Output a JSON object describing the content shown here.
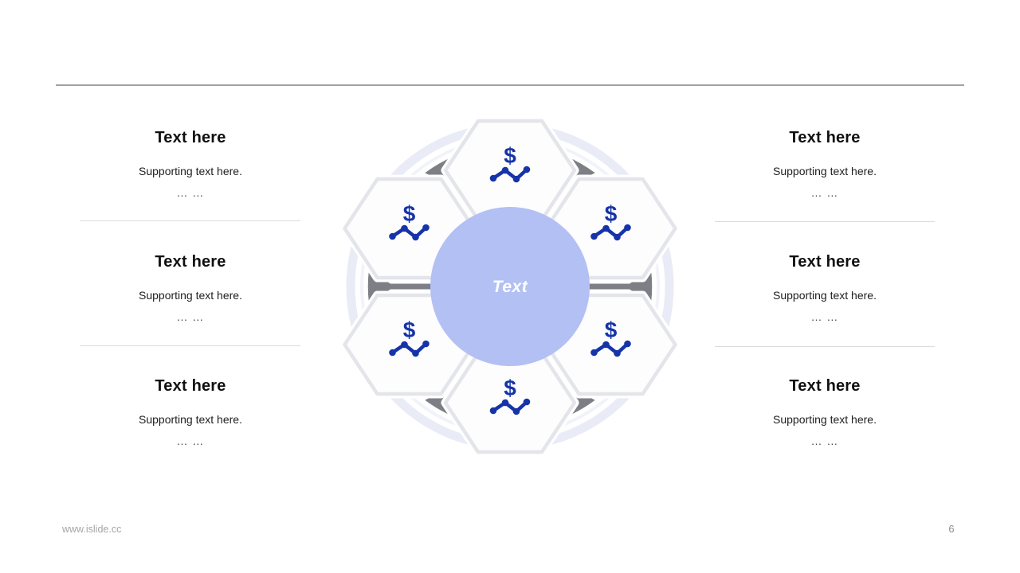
{
  "slide": {
    "left_column": {
      "items": [
        {
          "title": "Text here",
          "subtitle": "Supporting text here.",
          "ellipsis": "… …"
        },
        {
          "title": "Text here",
          "subtitle": "Supporting text here.",
          "ellipsis": "… …"
        },
        {
          "title": "Text here",
          "subtitle": "Supporting text here.",
          "ellipsis": "… …"
        }
      ]
    },
    "right_column": {
      "items": [
        {
          "title": "Text here",
          "subtitle": "Supporting text here.",
          "ellipsis": "… …"
        },
        {
          "title": "Text here",
          "subtitle": "Supporting text here.",
          "ellipsis": "… …"
        },
        {
          "title": "Text here",
          "subtitle": "Supporting text here.",
          "ellipsis": "… …"
        }
      ]
    },
    "diagram": {
      "center_label": "Text",
      "icon_glyph": "$",
      "hexagons": [
        {
          "position": "top",
          "icon": "dollar-trend-icon"
        },
        {
          "position": "upper-right",
          "icon": "dollar-trend-icon"
        },
        {
          "position": "lower-right",
          "icon": "dollar-trend-icon"
        },
        {
          "position": "bottom",
          "icon": "dollar-trend-icon"
        },
        {
          "position": "lower-left",
          "icon": "dollar-trend-icon"
        },
        {
          "position": "upper-left",
          "icon": "dollar-trend-icon"
        }
      ]
    },
    "colors": {
      "icon_blue": "#1634a8",
      "center_circle_fill": "#b3c0f4",
      "ring": "#e9ebf6",
      "connector": "#7e7e86",
      "hexagon_border": "#e4e5ea"
    },
    "footer": {
      "website": "www.islide.cc",
      "page_number": "6"
    }
  }
}
